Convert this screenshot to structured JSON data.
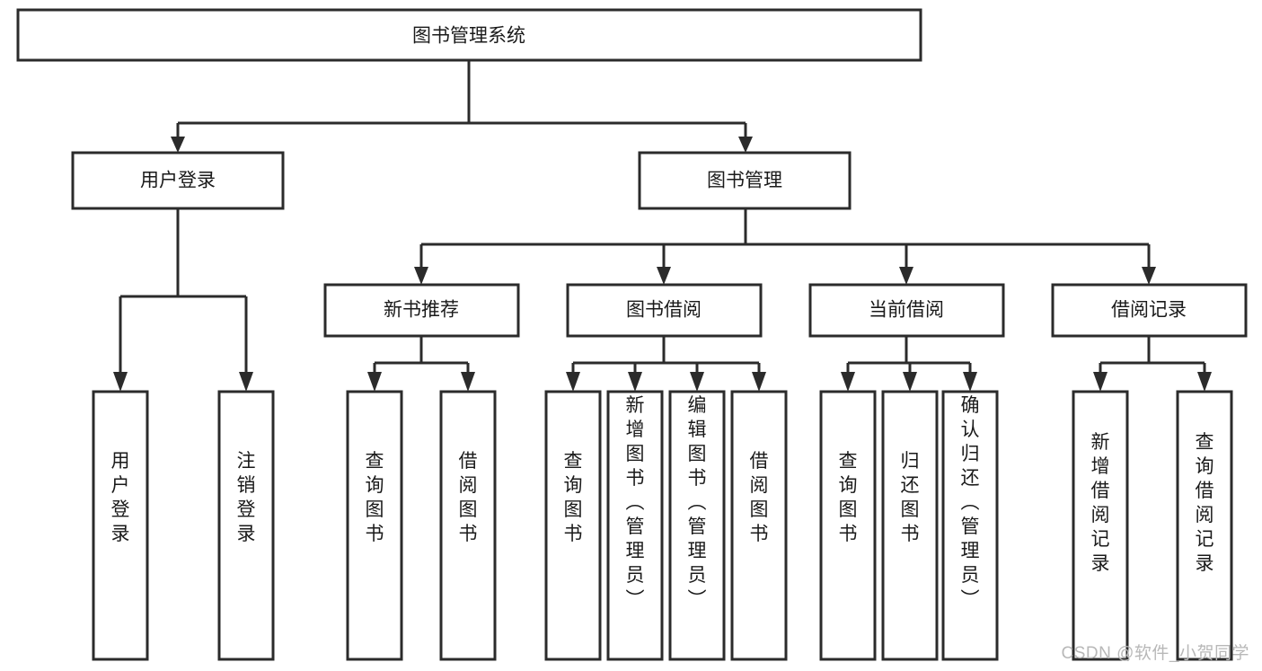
{
  "diagram": {
    "title": "图书管理系统",
    "type": "hierarchy-tree",
    "watermark": "CSDN @软件_小贺同学",
    "colors": {
      "box_stroke": "#2b2b2b",
      "box_fill": "#ffffff",
      "text": "#1a1a1a",
      "background": "#ffffff",
      "watermark": "#b8b8b8"
    },
    "root": {
      "label": "图书管理系统"
    },
    "level2": [
      {
        "label": "用户登录"
      },
      {
        "label": "图书管理"
      }
    ],
    "level3": [
      {
        "label": "新书推荐"
      },
      {
        "label": "图书借阅"
      },
      {
        "label": "当前借阅"
      },
      {
        "label": "借阅记录"
      }
    ],
    "leaves": {
      "user_login": [
        {
          "label": "用户登录"
        },
        {
          "label": "注销登录"
        }
      ],
      "new_book_recommend": [
        {
          "label": "查询图书"
        },
        {
          "label": "借阅图书"
        }
      ],
      "book_borrow": [
        {
          "label": "查询图书"
        },
        {
          "label": "新增图书（管理员）"
        },
        {
          "label": "编辑图书（管理员）"
        },
        {
          "label": "借阅图书"
        }
      ],
      "current_borrow": [
        {
          "label": "查询图书"
        },
        {
          "label": "归还图书"
        },
        {
          "label": "确认归还（管理员）"
        }
      ],
      "borrow_record": [
        {
          "label": "新增借阅记录"
        },
        {
          "label": "查询借阅记录"
        }
      ]
    }
  }
}
